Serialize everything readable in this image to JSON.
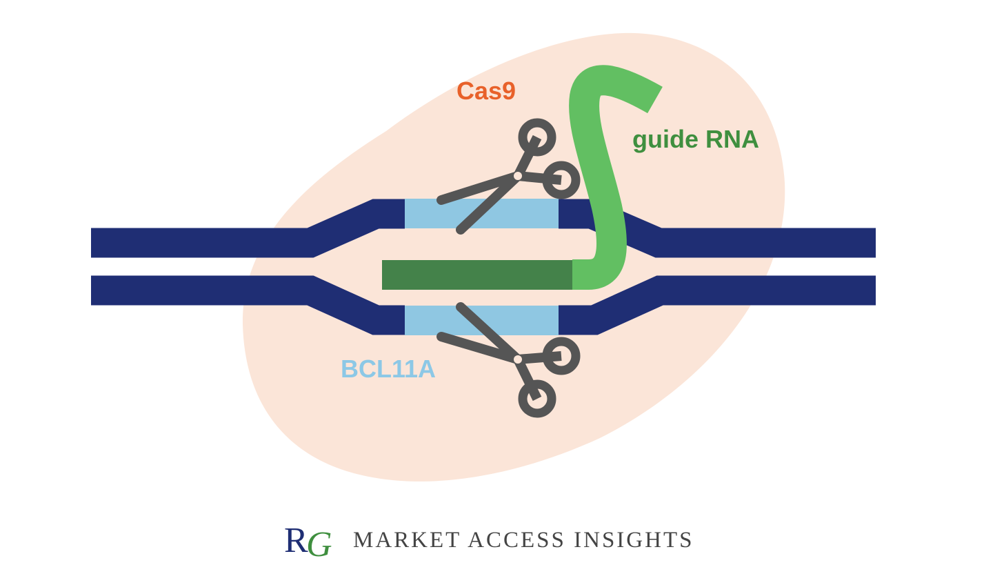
{
  "labels": {
    "cas9": "Cas9",
    "guide_rna": "guide RNA",
    "target_gene": "BCL11A"
  },
  "logo": {
    "mark_r": "R",
    "mark_g": "G",
    "text": "MARKET ACCESS INSIGHTS"
  },
  "colors": {
    "cas9_blob": "#fbe5d8",
    "dna_strand": "#1f2e74",
    "target_region": "#8fc7e2",
    "guide_rna": "#62bf62",
    "guide_rna_bound": "#44824a",
    "scissors": "#555555",
    "cas9_label": "#e8612a",
    "guide_rna_label": "#3f8f3f",
    "target_label": "#8cc8e6",
    "logo_r": "#1f2e74",
    "logo_g": "#3f8f3f",
    "logo_text": "#444444"
  }
}
